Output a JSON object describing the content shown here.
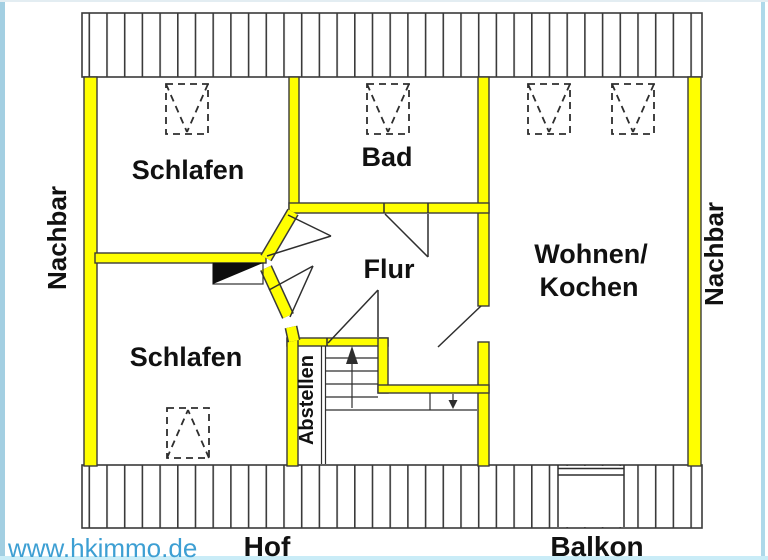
{
  "colors": {
    "wall_fill": "#ffff00",
    "outline": "#3a3a3a",
    "thin_line": "#2e2e2e",
    "label": "#111111",
    "link_blue": "#3d9fd3",
    "frame_left": "#a3cfe2",
    "frame_right": "#aed9ea",
    "frame_bottom": "#c9ecf7",
    "frame_top": "#e3edf2"
  },
  "rooms": {
    "schlafen_top": "Schlafen",
    "bad": "Bad",
    "flur": "Flur",
    "wohnen_line1": "Wohnen/",
    "wohnen_line2": "Kochen",
    "schlafen_bottom": "Schlafen",
    "abstellen": "Abstellen"
  },
  "neighbors": {
    "left": "Nachbar",
    "right": "Nachbar"
  },
  "outside": {
    "hof": "Hof",
    "balkon": "Balkon"
  },
  "watermark": {
    "url_text": "www.hkimmo.de"
  }
}
